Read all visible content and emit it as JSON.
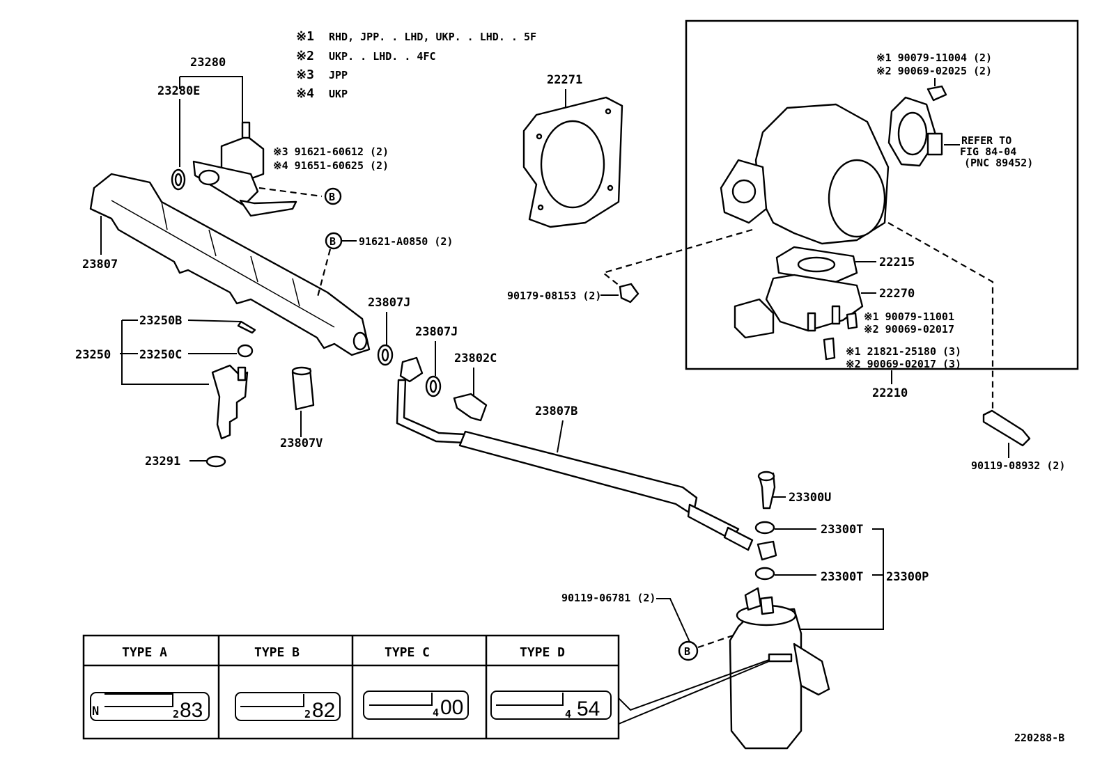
{
  "notes": [
    {
      "mark": "※1",
      "text": "RHD, JPP. . LHD, UKP. . LHD. . 5F"
    },
    {
      "mark": "※2",
      "text": "UKP. . LHD. . 4FC"
    },
    {
      "mark": "※3",
      "text": "JPP"
    },
    {
      "mark": "※4",
      "text": "UKP"
    }
  ],
  "labels": {
    "p23280": "23280",
    "p23280E": "23280E",
    "p91621_60612": "※3 91621-60612 (2)",
    "p91651_60625": "※4 91651-60625 (2)",
    "p23807": "23807",
    "p91621_A0850": "91621-A0850 (2)",
    "p23250B": "23250B",
    "p23250": "23250",
    "p23250C": "23250C",
    "p23291": "23291",
    "p23807V": "23807V",
    "p23807J_a": "23807J",
    "p23807J_b": "23807J",
    "p23802C": "23802C",
    "p23807B": "23807B",
    "p22271": "22271",
    "p90179_08153": "90179-08153 (2)",
    "p90079_11004": "※1 90079-11004 (2)",
    "p90069_02025": "※2 90069-02025 (2)",
    "refer1": "REFER TO",
    "refer2": "FIG 84-04",
    "refer3": "(PNC 89452)",
    "p22215": "22215",
    "p22270": "22270",
    "p90079_11001": "※1 90079-11001",
    "p90069_02017a": "※2 90069-02017",
    "p21821_25180": "※1 21821-25180 (3)",
    "p90069_02017b": "※2 90069-02017 (3)",
    "p22210": "22210",
    "p90119_08932": "90119-08932 (2)",
    "p23300U": "23300U",
    "p23300T_a": "23300T",
    "p23300T_b": "23300T",
    "p23300P": "23300P",
    "p90119_06781": "90119-06781 (2)",
    "circleB": "B",
    "figure_id": "220288-B"
  },
  "types": [
    {
      "title": "TYPE A",
      "prefix": "N",
      "small": "2",
      "code": "83"
    },
    {
      "title": "TYPE B",
      "prefix": "",
      "small": "2",
      "code": "82"
    },
    {
      "title": "TYPE C",
      "prefix": "",
      "small": "4",
      "code": "00"
    },
    {
      "title": "TYPE D",
      "prefix": "",
      "small": "4",
      "code": "54"
    }
  ]
}
